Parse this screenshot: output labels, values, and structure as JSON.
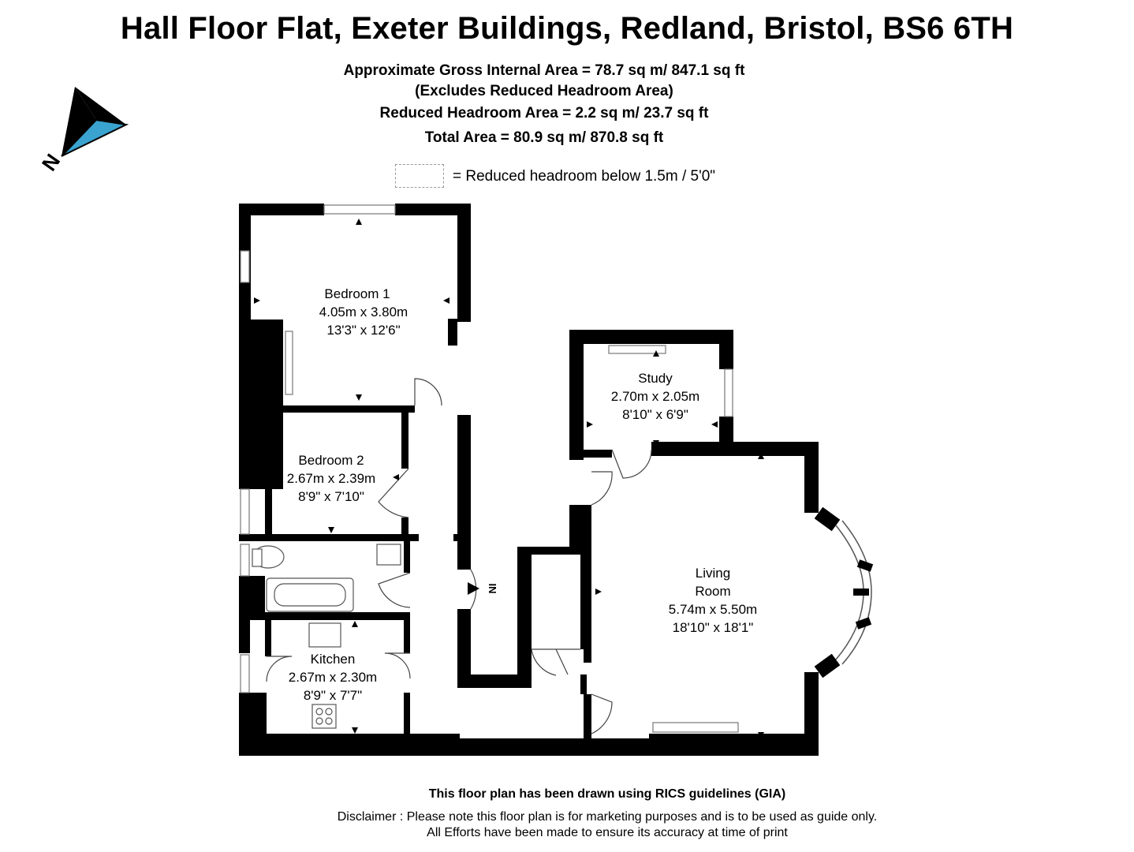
{
  "title": "Hall Floor Flat, Exeter Buildings, Redland, Bristol, BS6 6TH",
  "areas": {
    "gross_internal": "Approximate Gross Internal Area = 78.7 sq m/ 847.1 sq ft",
    "excludes_note": "(Excludes Reduced Headroom Area)",
    "reduced_headroom": "Reduced Headroom Area = 2.2 sq m/ 23.7 sq ft",
    "total": "Total Area = 80.9 sq m/ 870.8 sq ft"
  },
  "legend": {
    "text": "= Reduced headroom below 1.5m / 5'0\""
  },
  "compass": {
    "icon": "north-arrow-icon",
    "label": "N",
    "colors": {
      "fill": "#3aa3d0",
      "dark": "#000000"
    }
  },
  "rooms": {
    "bedroom1": {
      "name": "Bedroom 1",
      "metric": "4.05m x 3.80m",
      "imperial": "13'3\" x 12'6\""
    },
    "bedroom2": {
      "name": "Bedroom 2",
      "metric": "2.67m x 2.39m",
      "imperial": "8'9\" x 7'10\""
    },
    "study": {
      "name": "Study",
      "metric": "2.70m x 2.05m",
      "imperial": "8'10\" x 6'9\""
    },
    "kitchen": {
      "name": "Kitchen",
      "metric": "2.67m x 2.30m",
      "imperial": "8'9\" x 7'7\""
    },
    "living": {
      "name_line1": "Living",
      "name_line2": "Room",
      "metric": "5.74m x 5.50m",
      "imperial": "18'10\" x 18'1\""
    }
  },
  "entrance_label": "IN",
  "footer": {
    "guidelines": "This floor plan has been drawn using RICS guidelines (GIA)",
    "disclaimer1": "Disclaimer : Please note this floor plan is for marketing purposes and is to be used as guide only.",
    "disclaimer2": "All Efforts have been made to ensure its accuracy at time of print"
  }
}
